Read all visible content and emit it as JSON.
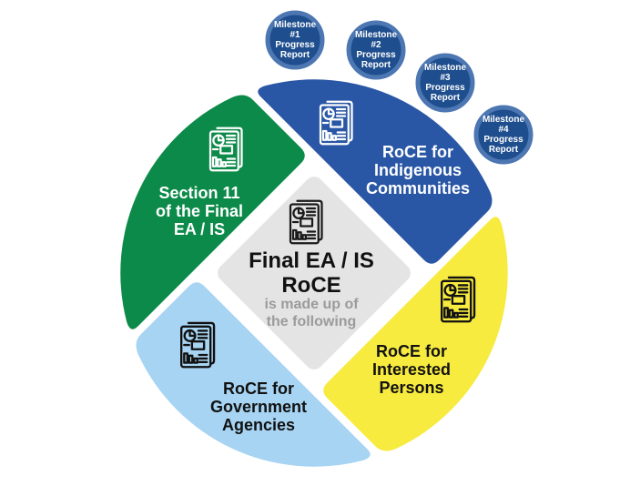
{
  "center": {
    "title_lines": [
      "Final EA / IS",
      "RoCE"
    ],
    "subtitle_lines": [
      "is made up of",
      "the following"
    ],
    "icon": "report-document-icon",
    "icon_stroke": "#1A1A1A"
  },
  "petals": [
    {
      "id": "section11",
      "lines": [
        "Section 11",
        "of the Final",
        "EA / IS"
      ],
      "color": "#0C8A49",
      "text_color": "#FFFFFF",
      "icon": "report-document-icon"
    },
    {
      "id": "indigenous",
      "lines": [
        "RoCE for",
        "Indigenous",
        "Communities"
      ],
      "color": "#2A57A5",
      "text_color": "#FFFFFF",
      "icon": "report-document-icon"
    },
    {
      "id": "interested",
      "lines": [
        "RoCE for",
        "Interested",
        "Persons"
      ],
      "color": "#F7EB3F",
      "text_color": "#111111",
      "icon": "report-document-icon"
    },
    {
      "id": "government",
      "lines": [
        "RoCE for",
        "Government",
        "Agencies"
      ],
      "color": "#A7D4F2",
      "text_color": "#111111",
      "icon": "report-document-icon"
    }
  ],
  "milestones": [
    {
      "lines": [
        "Milestone",
        "#1",
        "Progress",
        "Report"
      ]
    },
    {
      "lines": [
        "Milestone",
        "#2",
        "Progress",
        "Report"
      ]
    },
    {
      "lines": [
        "Milestone",
        "#3",
        "Progress",
        "Report"
      ]
    },
    {
      "lines": [
        "Milestone",
        "#4",
        "Progress",
        "Report"
      ]
    }
  ],
  "colors": {
    "milestone_fill": "#1F4E8E",
    "milestone_ring": "#4D77B2",
    "diamond": "#E4E4E4",
    "subtitle_gray": "#9B9B9B",
    "background": "#FFFFFF"
  }
}
